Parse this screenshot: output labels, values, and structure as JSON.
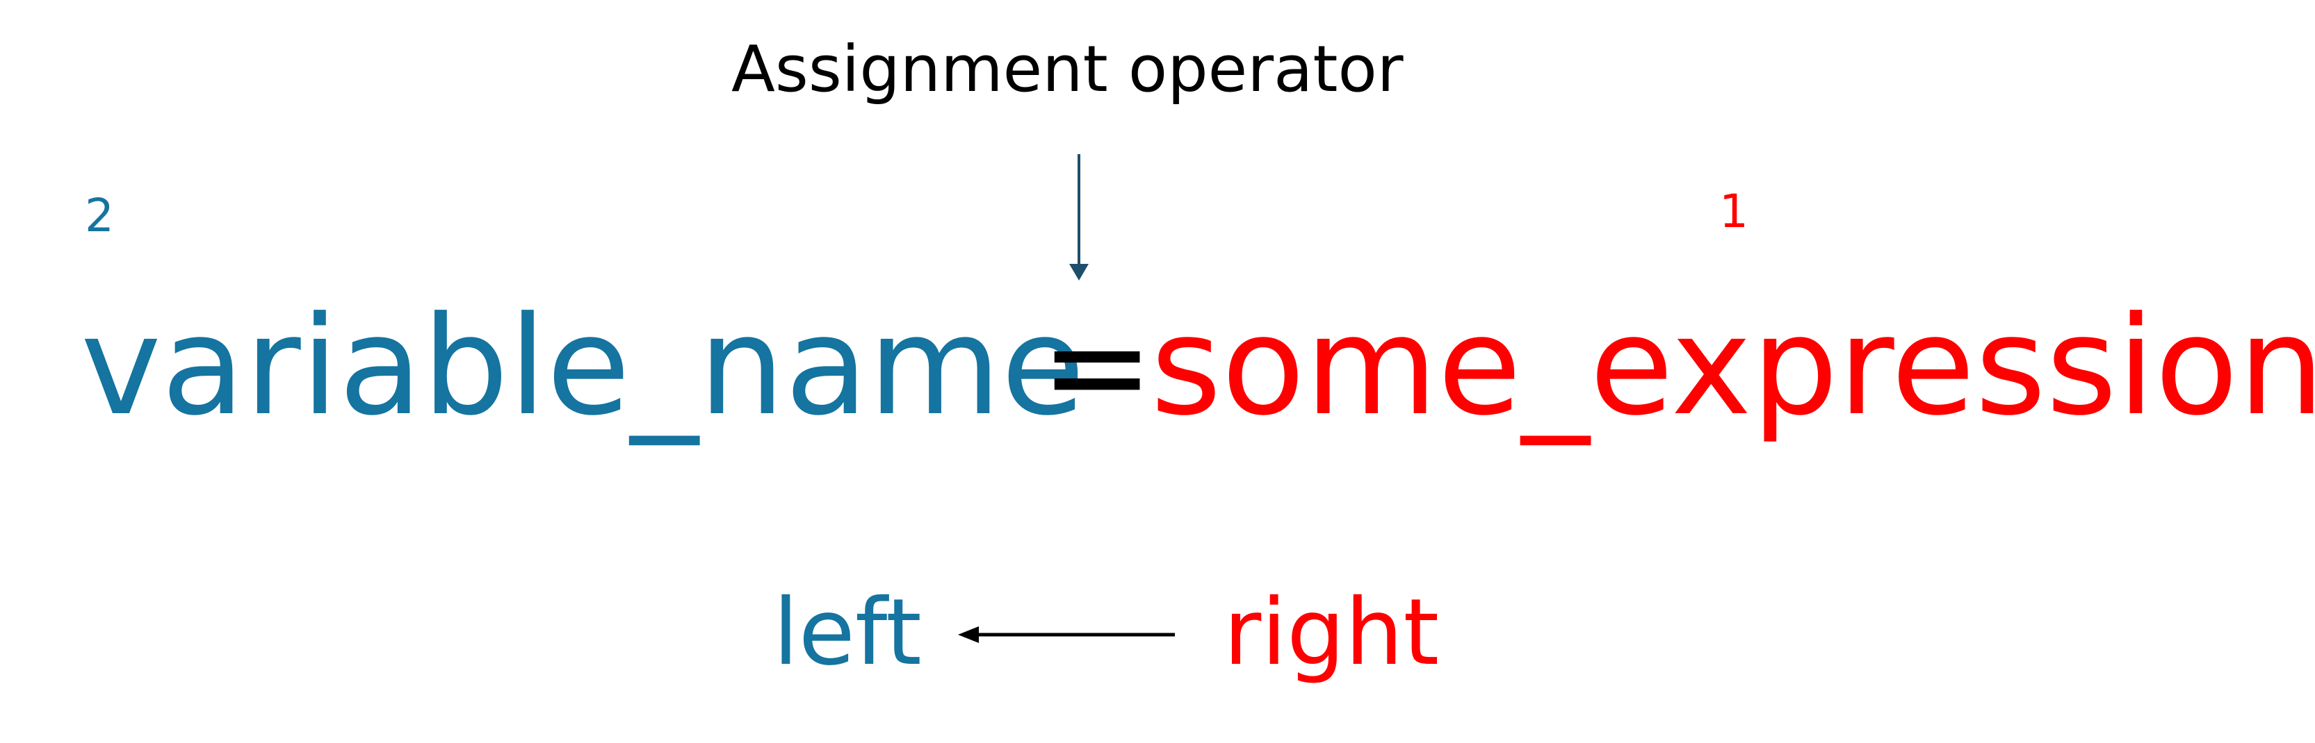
{
  "diagram": {
    "operator_label": "Assignment operator",
    "step_left": "2",
    "step_right": "1",
    "lhs": "variable_name",
    "operator": "=",
    "rhs": "some_expression",
    "direction_left": "left",
    "direction_right": "right"
  },
  "colors": {
    "lhs": "#1574A0",
    "rhs": "#FF0000",
    "operator": "#000000",
    "operator_arrow": "#1F4E6B",
    "direction_arrow": "#000000"
  }
}
